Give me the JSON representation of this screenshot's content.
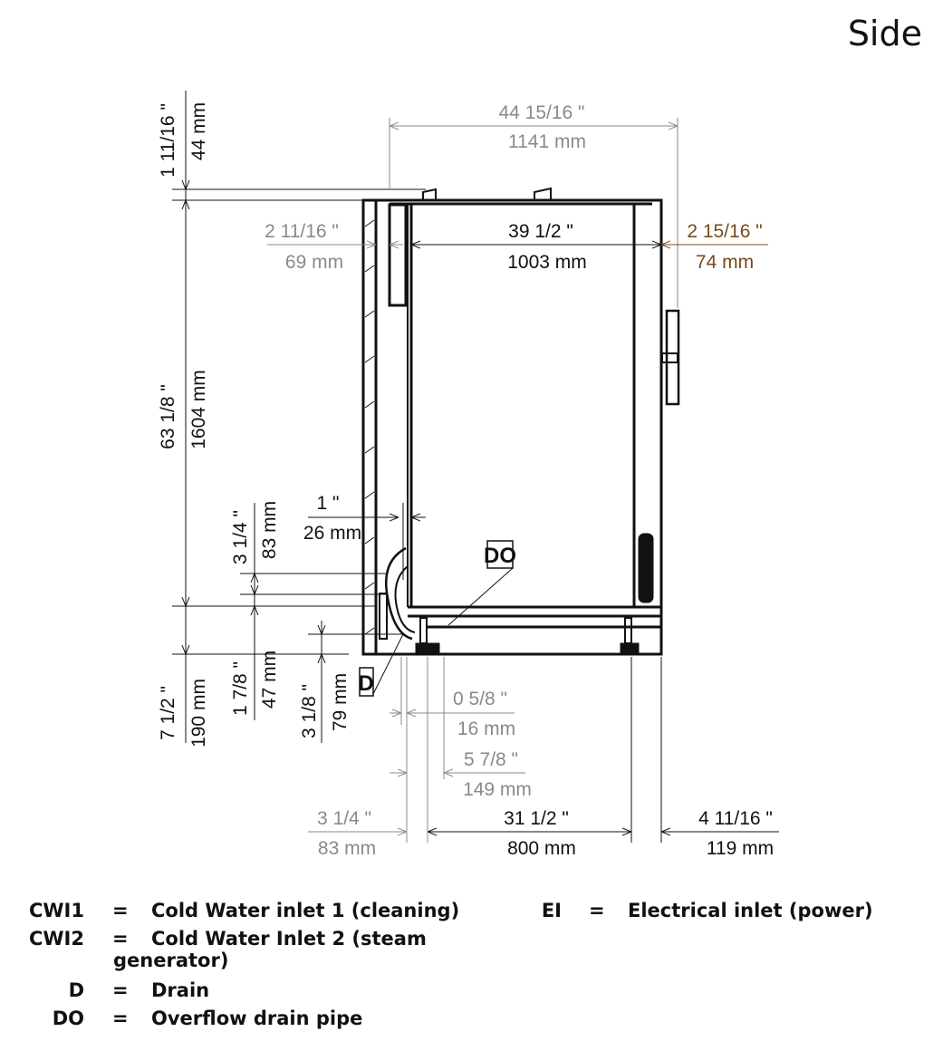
{
  "title": "Side",
  "colors": {
    "primary_dim": "#111111",
    "secondary_dim": "#8a8a8a",
    "accent_dim": "#7a4a1e"
  },
  "dimensions": {
    "overall_depth": {
      "in": "44 15/16 \"",
      "mm": "1141 mm"
    },
    "top_offset": {
      "in": "1 11/16 \"",
      "mm": "44 mm"
    },
    "height": {
      "in": "63 1/8 \"",
      "mm": "1604 mm"
    },
    "leg_height": {
      "in": "7 1/2 \"",
      "mm": "190 mm"
    },
    "wall_gap": {
      "in": "2 11/16 \"",
      "mm": "69 mm"
    },
    "cavity_depth": {
      "in": "39 1/2 \"",
      "mm": "1003 mm"
    },
    "door_depth": {
      "in": "2 15/16 \"",
      "mm": "74 mm"
    },
    "inner_gap": {
      "in": "1 \"",
      "mm": "26 mm"
    },
    "inlet_spacing": {
      "in": "3 1/4 \"",
      "mm": "83 mm"
    },
    "inlet_height": {
      "in": "1 7/8 \"",
      "mm": "47 mm"
    },
    "drain_height": {
      "in": "3 1/8 \"",
      "mm": "79 mm"
    },
    "drain_offset": {
      "in": "0 5/8 \"",
      "mm": "16 mm"
    },
    "drain_to_foot": {
      "in": "5 7/8 \"",
      "mm": "149 mm"
    },
    "rear_offset": {
      "in": "3 1/4 \"",
      "mm": "83 mm"
    },
    "foot_spacing": {
      "in": "31 1/2 \"",
      "mm": "800 mm"
    },
    "front_overhang": {
      "in": "4 11/16 \"",
      "mm": "119 mm"
    }
  },
  "labels": {
    "do": "DO",
    "d": "D"
  },
  "legend": {
    "left": [
      {
        "code": "CWI1",
        "eq": "=",
        "desc": "Cold Water inlet 1 (cleaning)"
      },
      {
        "code": "CWI2",
        "eq": "=",
        "desc": "Cold Water Inlet 2 (steam",
        "desc2": "generator)"
      },
      {
        "code": "D",
        "eq": "=",
        "desc": "Drain"
      },
      {
        "code": "DO",
        "eq": "=",
        "desc": "Overflow drain pipe"
      }
    ],
    "right": [
      {
        "code": "EI",
        "eq": "=",
        "desc": "Electrical inlet (power)"
      }
    ]
  }
}
